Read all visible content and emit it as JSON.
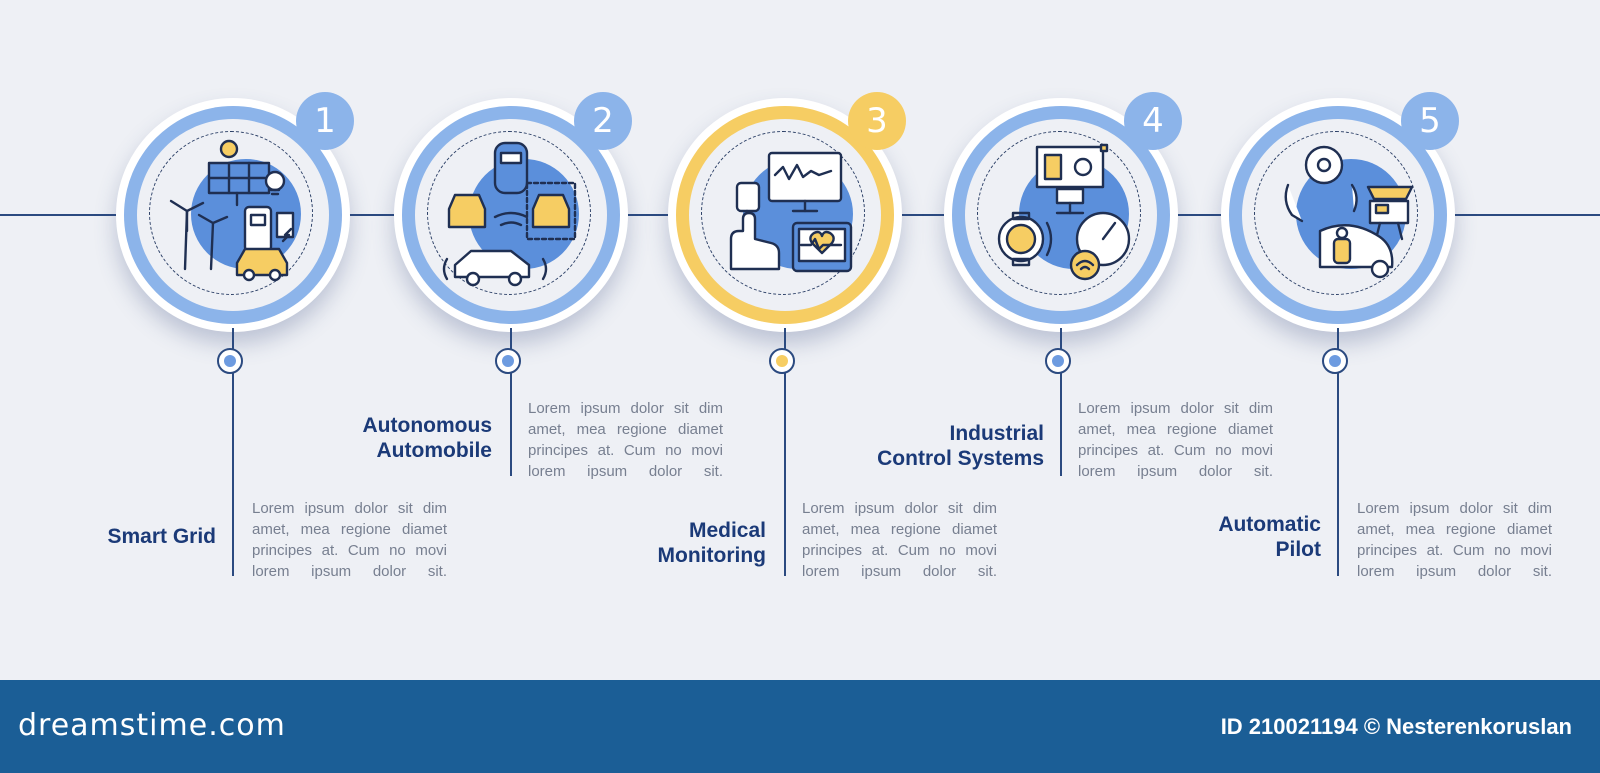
{
  "colors": {
    "background": "#eef0f5",
    "ring_blue": "#8cb4ea",
    "ring_highlight": "#f6cd63",
    "icon_blue": "#5b8fdb",
    "title_navy": "#1b3a78",
    "line_navy": "#2b4a80",
    "body_gray": "#777f90",
    "footer_blue": "#1b5e96"
  },
  "steps": [
    {
      "number": "1",
      "title_line1": "",
      "title_line2": "Smart Grid",
      "body": "Lorem ipsum dolor sit dim amet, mea regione diamet principes at. Cum no movi lorem ipsum dolor sit.",
      "icon": "smart-grid-icon",
      "highlighted": false
    },
    {
      "number": "2",
      "title_line1": "Autonomous",
      "title_line2": "Automobile",
      "body": "Lorem ipsum dolor sit dim amet, mea regione diamet principes at. Cum no movi lorem ipsum dolor sit.",
      "icon": "autonomous-car-icon",
      "highlighted": false
    },
    {
      "number": "3",
      "title_line1": "Medical",
      "title_line2": "Monitoring",
      "body": "Lorem ipsum dolor sit dim amet, mea regione diamet principes at. Cum no movi lorem ipsum dolor sit.",
      "icon": "medical-monitor-icon",
      "highlighted": true
    },
    {
      "number": "4",
      "title_line1": "Industrial",
      "title_line2": "Control Systems",
      "body": "Lorem ipsum dolor sit dim amet, mea regione diamet principes at. Cum no movi lorem ipsum dolor sit.",
      "icon": "industrial-control-icon",
      "highlighted": false
    },
    {
      "number": "5",
      "title_line1": "Automatic",
      "title_line2": "Pilot",
      "body": "Lorem ipsum dolor sit dim amet, mea regione diamet principes at. Cum no movi lorem ipsum dolor sit.",
      "icon": "autopilot-icon",
      "highlighted": false
    }
  ],
  "footer": {
    "brand": "dreamstime.com",
    "credit": "ID 210021194 © Nesterenkoruslan"
  }
}
